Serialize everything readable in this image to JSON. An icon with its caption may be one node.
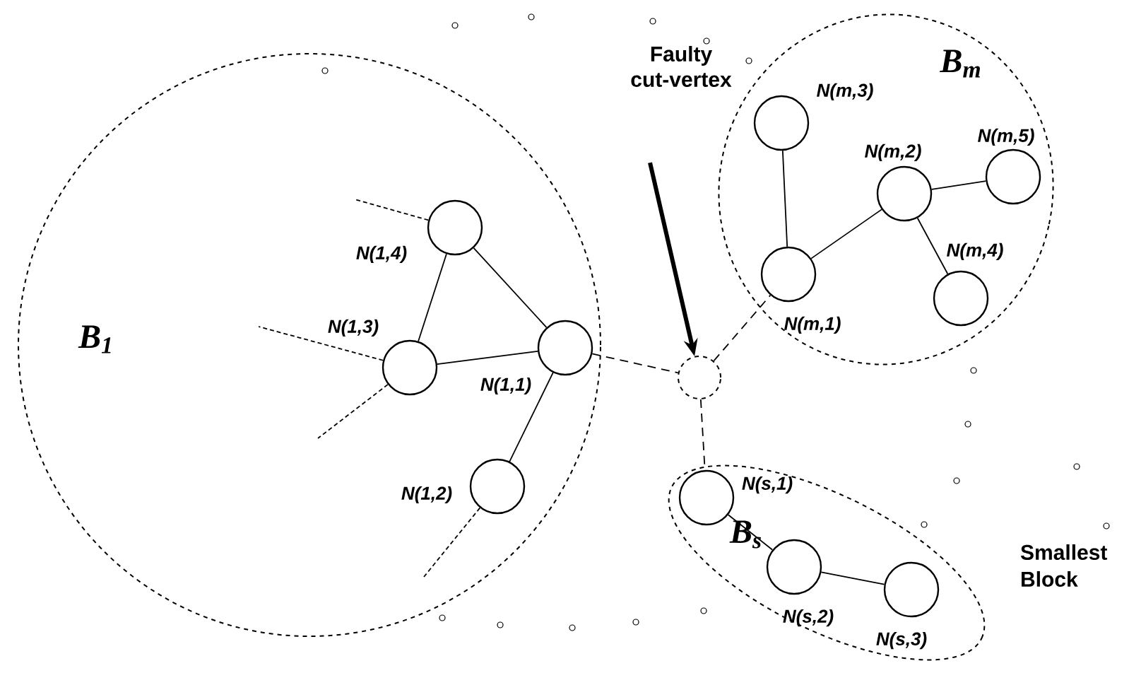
{
  "diagram": {
    "nodes": [
      {
        "text": [
          "B$_{1}$"
        ]
      },
      {
        "text": [],
        "shape": "circle",
        "beside": [
          "N(1,4)"
        ],
        "in": 0
      },
      {
        "text": [],
        "shape": "circle",
        "beside": [
          "N(1,3)"
        ],
        "in": 0
      },
      {
        "text": [],
        "shape": "circle",
        "beside": [
          "N(1,1)"
        ],
        "in": 0
      },
      {
        "text": [],
        "shape": "circle",
        "beside": [
          "N(1,2)"
        ],
        "in": 0
      },
      {
        "text": [],
        "shape": "circle"
      },
      {
        "text": [
          "Faulty cut-vertex"
        ]
      },
      {
        "text": [
          "B$_{m}$"
        ]
      },
      {
        "text": [],
        "shape": "circle",
        "beside": [
          "N(m,3)"
        ],
        "in": 7
      },
      {
        "text": [],
        "shape": "circle",
        "beside": [
          "N(m,2)"
        ],
        "in": 7
      },
      {
        "text": [],
        "shape": "circle",
        "beside": [
          "N(m,5)"
        ],
        "in": 7
      },
      {
        "text": [],
        "shape": "circle",
        "beside": [
          "N(m,1)"
        ],
        "in": 7
      },
      {
        "text": [],
        "shape": "circle",
        "beside": [
          "N(m,4)"
        ],
        "in": 7
      },
      {
        "text": [
          "B$_{s}$"
        ],
        "beside": [
          "Smallest Block"
        ]
      },
      {
        "text": [],
        "shape": "circle",
        "beside": [
          "N(s,1)"
        ],
        "in": 13
      },
      {
        "text": [],
        "shape": "circle",
        "beside": [
          "N(s,2)"
        ],
        "in": 13
      },
      {
        "text": [],
        "shape": "circle",
        "beside": [
          "N(s,3)"
        ],
        "in": 13
      }
    ],
    "edges": [
      {
        "from": 1,
        "to": 2,
        "arrow": "none"
      },
      {
        "from": 1,
        "to": 3,
        "arrow": "none"
      },
      {
        "from": 2,
        "to": 3,
        "arrow": "none"
      },
      {
        "from": 3,
        "to": 4,
        "arrow": "none"
      },
      {
        "from": 3,
        "to": 5,
        "arrow": "none",
        "style": "dashed"
      },
      {
        "from": 6,
        "to": 5,
        "arrow": "to",
        "style": "thick"
      },
      {
        "from": 5,
        "to": 11,
        "arrow": "none",
        "style": "dashed"
      },
      {
        "from": 5,
        "to": 14,
        "arrow": "none",
        "style": "dashed"
      },
      {
        "from": 8,
        "to": 11,
        "arrow": "none"
      },
      {
        "from": 11,
        "to": 9,
        "arrow": "none"
      },
      {
        "from": 9,
        "to": 10,
        "arrow": "none"
      },
      {
        "from": 9,
        "to": 12,
        "arrow": "none"
      },
      {
        "from": 14,
        "to": 15,
        "arrow": "none"
      },
      {
        "from": 15,
        "to": 16,
        "arrow": "none"
      },
      {
        "from": 1,
        "to": null,
        "arrow": "none",
        "style": "dashed"
      },
      {
        "from": 2,
        "to": null,
        "arrow": "none",
        "style": "dashed"
      },
      {
        "from": 2,
        "to": null,
        "arrow": "none",
        "style": "dashed"
      },
      {
        "from": 4,
        "to": null,
        "arrow": "none",
        "style": "dashed"
      }
    ]
  }
}
